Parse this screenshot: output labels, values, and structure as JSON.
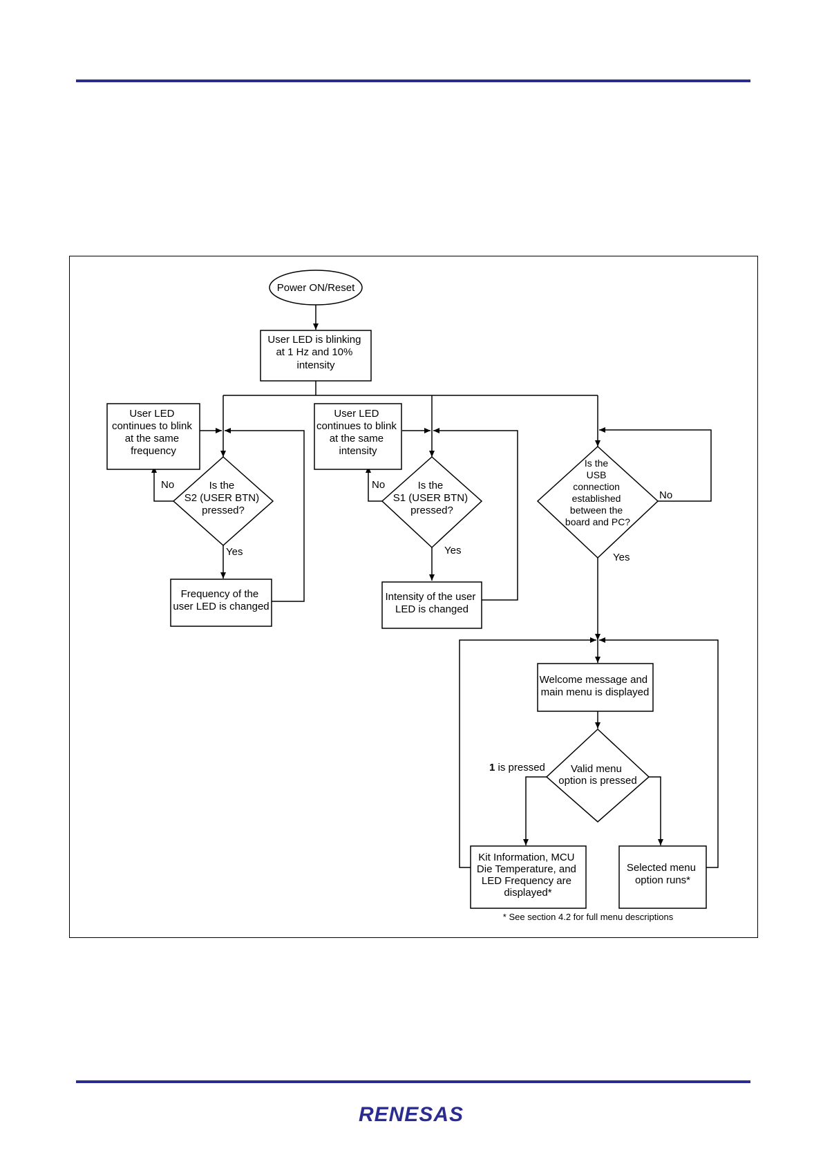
{
  "colors": {
    "rule": "#2b2c8f",
    "logo": "#2b2c8f",
    "line": "#000000",
    "box_fill": "#ffffff"
  },
  "logo": {
    "text": "RENESAS"
  },
  "flowchart": {
    "start": "Power ON/Reset",
    "blink_init": [
      "User LED is blinking",
      "at 1 Hz and 10%",
      "intensity"
    ],
    "continue_freq": [
      "User LED",
      "continues to blink",
      "at the same",
      "frequency"
    ],
    "decision_s2": [
      "Is the",
      "S2 (USER BTN)",
      "pressed?"
    ],
    "freq_changed": [
      "Frequency of the",
      "user LED is changed"
    ],
    "continue_int": [
      "User LED",
      "continues to blink",
      "at the same",
      "intensity"
    ],
    "decision_s1": [
      "Is the",
      "S1 (USER BTN)",
      "pressed?"
    ],
    "int_changed": [
      "Intensity of the user",
      "LED is changed"
    ],
    "decision_usb": [
      "Is the",
      "USB",
      "connection",
      "established",
      "between the",
      "board and PC?"
    ],
    "welcome": [
      "Welcome message and",
      "main menu is displayed"
    ],
    "decision_menu": [
      "Valid menu",
      "option is pressed"
    ],
    "kit_info": [
      "Kit Information, MCU",
      "Die Temperature, and",
      "LED Frequency are",
      "displayed*"
    ],
    "menu_runs": [
      "Selected menu",
      "option runs*"
    ],
    "labels": {
      "no": "No",
      "yes": "Yes",
      "one_key": "1",
      "one_rest": " is pressed"
    },
    "footnote": "* See section 4.2 for full menu descriptions"
  }
}
